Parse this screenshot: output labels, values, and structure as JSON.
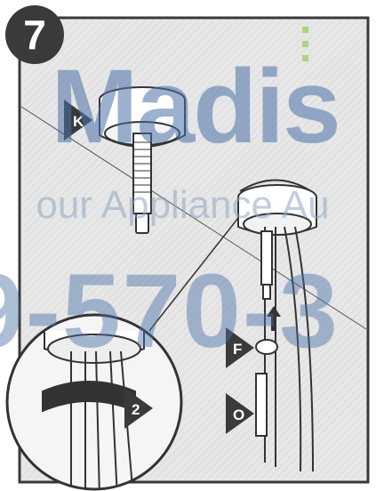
{
  "step": {
    "number": "7"
  },
  "labels": {
    "k": "K",
    "f": "F",
    "o": "O",
    "two": "2"
  },
  "watermark": {
    "brand": "Madis",
    "tagline": "our Appliance Au",
    "phone": "9-570-3"
  },
  "colors": {
    "frame": "#3a3a3a",
    "backdrop": "#e6e6e6",
    "hatch": "#cccccc",
    "watermark": "#4a72a8",
    "accent_green": "#9fd06a"
  }
}
